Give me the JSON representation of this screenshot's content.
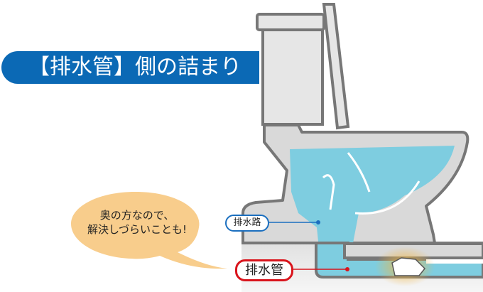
{
  "title": "【排水管】側の詰まり",
  "bubble": {
    "line1": "奥の方なので、",
    "line2": "解決しづらいことも!"
  },
  "labels": {
    "drain_path": "排水路",
    "drain_pipe": "排水管"
  },
  "colors": {
    "banner": "#0b69b5",
    "water": "#7ecde0",
    "bubble": "#f8cd8c",
    "outline": "#777777",
    "porcelain": "#d9d9d9",
    "drain_path_accent": "#1b6fbf",
    "drain_pipe_accent": "#d9141c"
  }
}
